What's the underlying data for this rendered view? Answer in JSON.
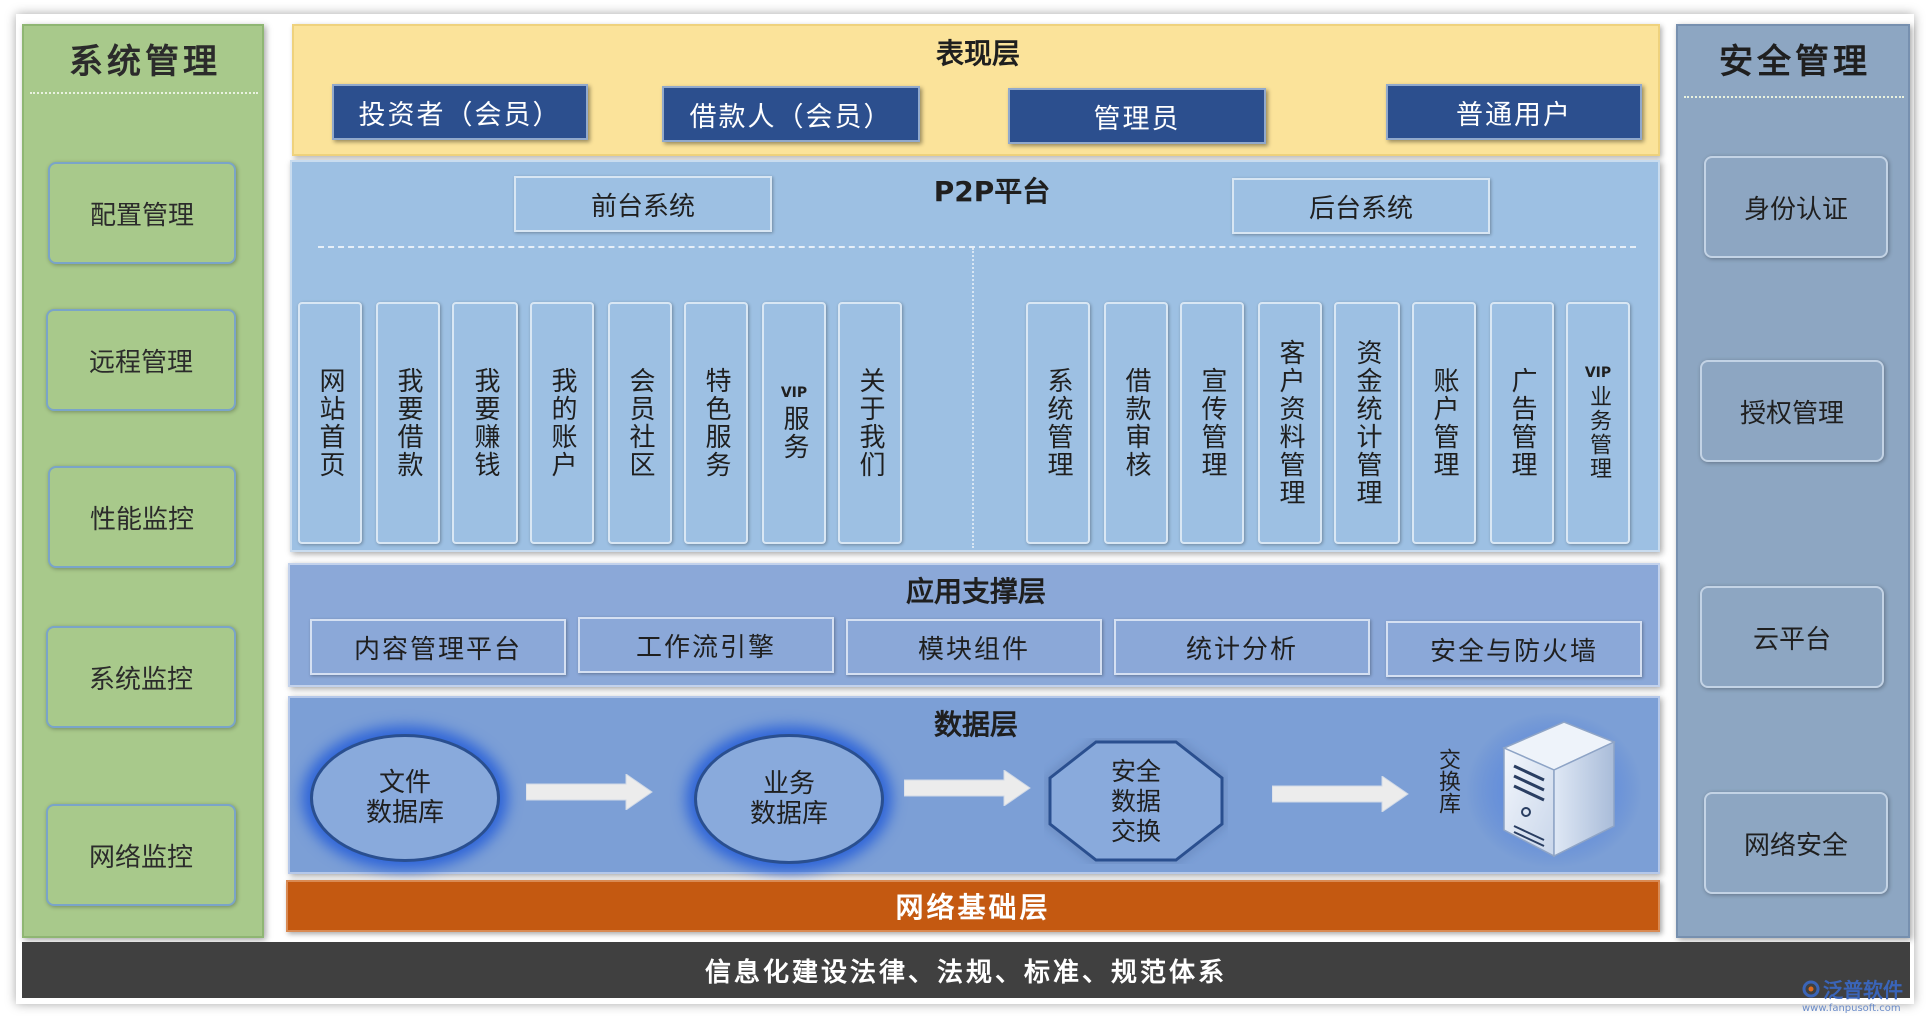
{
  "left_panel": {
    "title": "系统管理",
    "items": [
      "配置管理",
      "远程管理",
      "性能监控",
      "系统监控",
      "网络监控"
    ]
  },
  "right_panel": {
    "title": "安全管理",
    "items": [
      "身份认证",
      "授权管理",
      "云平台",
      "网络安全"
    ]
  },
  "presentation": {
    "title": "表现层",
    "users": [
      "投资者（会员）",
      "借款人（会员）",
      "管理员",
      "普通用户"
    ]
  },
  "p2p": {
    "title": "P2P平台",
    "front_label": "前台系统",
    "back_label": "后台系统",
    "front_modules": [
      "网站首页",
      "我要借款",
      "我要赚钱",
      "我的账户",
      "会员社区",
      "特色服务",
      "服务",
      "关于我们"
    ],
    "front_vip_prefix": "VIP",
    "back_modules": [
      "系统管理",
      "借款审核",
      "宣传管理",
      "客户资料管理",
      "资金统计管理",
      "账户管理",
      "广告管理",
      "业务管理"
    ],
    "back_vip_prefix": "VIP"
  },
  "app_support": {
    "title": "应用支撑层",
    "items": [
      "内容管理平台",
      "工作流引擎",
      "模块组件",
      "统计分析",
      "安全与防火墙"
    ]
  },
  "data_layer": {
    "title": "数据层",
    "file_db": [
      "文件",
      "数据库"
    ],
    "biz_db": [
      "业务",
      "数据库"
    ],
    "exchange": [
      "安全",
      "数据",
      "交换"
    ],
    "exchange_db_label": "交换库"
  },
  "network_layer": {
    "title": "网络基础层"
  },
  "law_bar": {
    "text": "信息化建设法律、法规、标准、规范体系"
  },
  "watermark": {
    "brand": "泛普软件",
    "url": "www.fanpusoft.com"
  },
  "colors": {
    "left_panel": "#a8c98b",
    "right_panel": "#8da6c2",
    "presentation": "#fbe39a",
    "user_button": "#2c4f8e",
    "p2p": "#9dc0e3",
    "app_support": "#8ba8d8",
    "data_layer": "#7c9fd6",
    "network_layer": "#c45911",
    "law_bar": "#404040"
  }
}
